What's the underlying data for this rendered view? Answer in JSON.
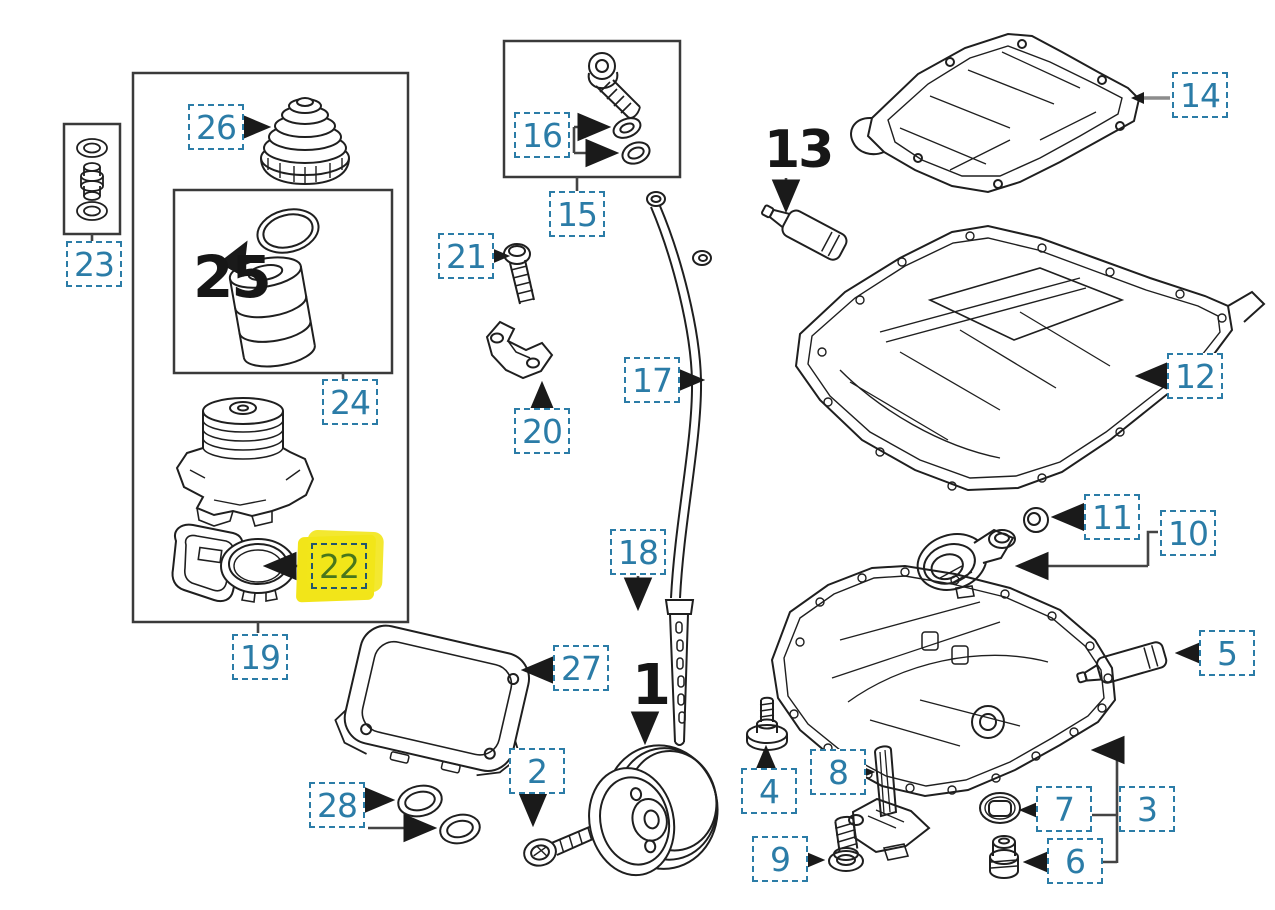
{
  "colors": {
    "accent": "#2b7ca7",
    "connector_line": "#444444",
    "gray_connector_line": "#8c8c8c",
    "part_outline": "#1f1f1f",
    "highlight": "#f2e519",
    "highlight_text": "#47761c",
    "background": "#ffffff"
  },
  "highlighted": "22",
  "callouts": {
    "n1": {
      "label": "1"
    },
    "n2": {
      "label": "2"
    },
    "n3": {
      "label": "3"
    },
    "n4": {
      "label": "4"
    },
    "n5": {
      "label": "5"
    },
    "n6": {
      "label": "6"
    },
    "n7": {
      "label": "7"
    },
    "n8": {
      "label": "8"
    },
    "n9": {
      "label": "9"
    },
    "n10": {
      "label": "10"
    },
    "n11": {
      "label": "11"
    },
    "n12": {
      "label": "12"
    },
    "n13": {
      "label": "13"
    },
    "n14": {
      "label": "14"
    },
    "n15": {
      "label": "15"
    },
    "n16": {
      "label": "16"
    },
    "n17": {
      "label": "17"
    },
    "n18": {
      "label": "18"
    },
    "n19": {
      "label": "19"
    },
    "n20": {
      "label": "20"
    },
    "n21": {
      "label": "21"
    },
    "n22": {
      "label": "22"
    },
    "n23": {
      "label": "23"
    },
    "n24": {
      "label": "24"
    },
    "n25": {
      "label": "25"
    },
    "n26": {
      "label": "26"
    },
    "n27": {
      "label": "27"
    },
    "n28": {
      "label": "28"
    }
  }
}
